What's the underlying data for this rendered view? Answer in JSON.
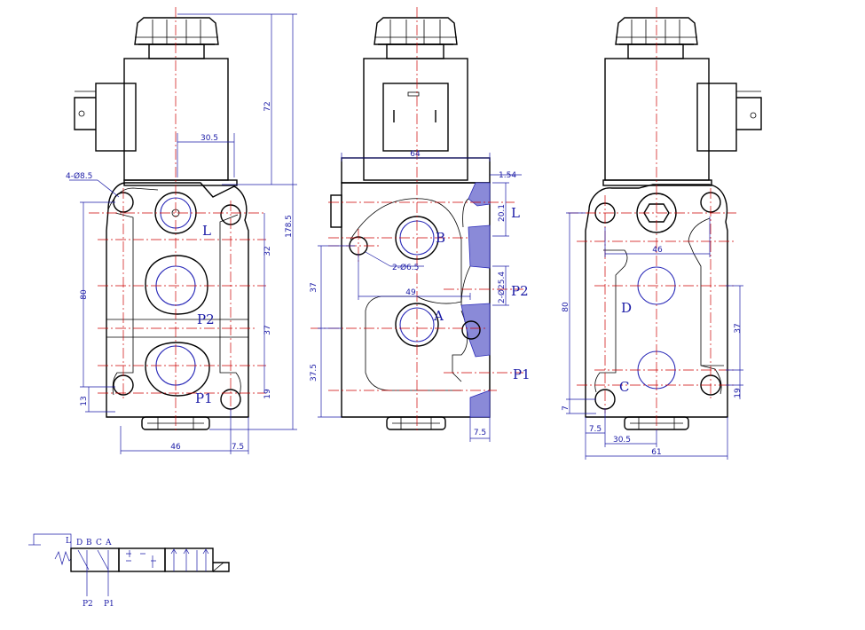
{
  "left_view": {
    "dims": {
      "d72": "72",
      "d1785": "178.5",
      "d305": "30.5",
      "hole": "4-Ø8.5",
      "d32": "32",
      "d80": "80",
      "d37": "37",
      "d19": "19",
      "d13": "13",
      "d46": "46",
      "d75": "7.5"
    },
    "ports": {
      "l": "L",
      "p2": "P2",
      "p1": "P1"
    }
  },
  "middle_view": {
    "dims": {
      "d64": "64",
      "d154": "1.54",
      "d201": "20.1",
      "hole": "2-Ø6.5",
      "d49": "49",
      "d37": "37",
      "d375": "37.5",
      "d254": "2-Ø25.4",
      "d75": "7.5"
    },
    "ports": {
      "l": "L",
      "b": "B",
      "a": "A",
      "p2": "P2",
      "p1": "P1"
    }
  },
  "right_view": {
    "dims": {
      "d46": "46",
      "d80": "80",
      "d37": "37",
      "d19": "19",
      "d7": "7",
      "d75": "7.5",
      "d305": "30.5",
      "d61": "61"
    },
    "ports": {
      "d": "D",
      "c": "C"
    }
  },
  "symbol": {
    "top": {
      "l": "L",
      "d": "D",
      "b": "B",
      "c": "C",
      "a": "A"
    },
    "bottom": {
      "p2": "P2",
      "p1": "P1"
    }
  }
}
